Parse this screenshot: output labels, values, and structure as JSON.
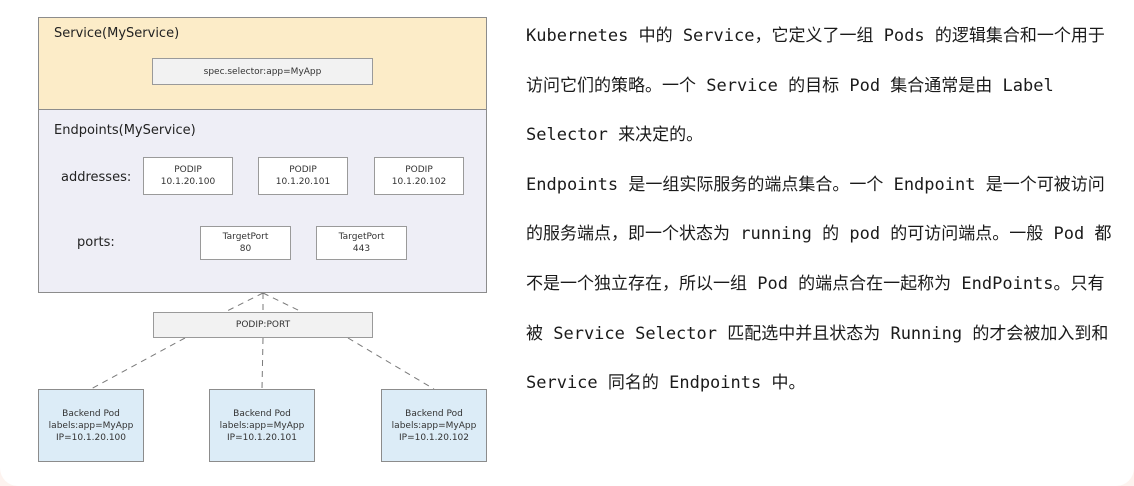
{
  "diagram": {
    "service": {
      "title": "Service(MyService)",
      "selector": "spec.selector:app=MyApp"
    },
    "endpoints": {
      "title": "Endpoints(MyService)",
      "addresses_label": "addresses:",
      "ports_label": "ports:",
      "podips": [
        {
          "label": "PODIP",
          "value": "10.1.20.100"
        },
        {
          "label": "PODIP",
          "value": "10.1.20.101"
        },
        {
          "label": "PODIP",
          "value": "10.1.20.102"
        }
      ],
      "ports": [
        {
          "label": "TargetPort",
          "value": "80"
        },
        {
          "label": "TargetPort",
          "value": "443"
        }
      ]
    },
    "podip_port": "PODIP:PORT",
    "pods": [
      {
        "name": "Backend Pod",
        "labels": "labels:app=MyApp",
        "ip": "IP=10.1.20.100"
      },
      {
        "name": "Backend Pod",
        "labels": "labels:app=MyApp",
        "ip": "IP=10.1.20.101"
      },
      {
        "name": "Backend Pod",
        "labels": "labels:app=MyApp",
        "ip": "IP=10.1.20.102"
      }
    ],
    "colors": {
      "service_fill": "#fcecc8",
      "endpoints_fill": "#eeeef6",
      "pod_fill": "#dcecf7"
    }
  },
  "text": {
    "paragraph1": "Kubernetes 中的 Service，它定义了一组 Pods 的逻辑集合和一个用于访问它们的策略。一个 Service 的目标 Pod 集合通常是由 Label Selector 来决定的。",
    "paragraph2": "Endpoints 是一组实际服务的端点集合。一个 Endpoint 是一个可被访问的服务端点，即一个状态为 running 的 pod 的可访问端点。一般 Pod 都不是一个独立存在，所以一组 Pod 的端点合在一起称为 EndPoints。只有被 Service Selector 匹配选中并且状态为 Running 的才会被加入到和 Service 同名的 Endpoints 中。"
  }
}
